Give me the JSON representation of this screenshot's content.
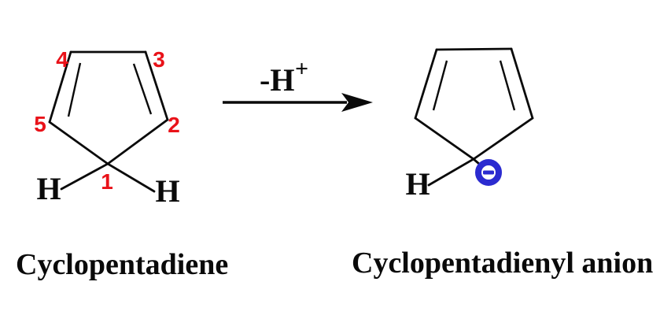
{
  "colors": {
    "black": "#0a0a0a",
    "red": "#e91219",
    "blue": "#2b2bd0",
    "background": "#ffffff"
  },
  "reaction": {
    "arrow_label_main": "-H",
    "arrow_label_superscript": "+"
  },
  "left_molecule": {
    "name": "Cyclopentadiene",
    "atom_numbers": [
      "1",
      "2",
      "3",
      "4",
      "5"
    ],
    "hydrogen_left": "H",
    "hydrogen_right": "H"
  },
  "right_molecule": {
    "name": "Cyclopentadienyl anion",
    "hydrogen": "H",
    "charge_symbol": "-",
    "charge_icon": "minus-in-circle"
  }
}
